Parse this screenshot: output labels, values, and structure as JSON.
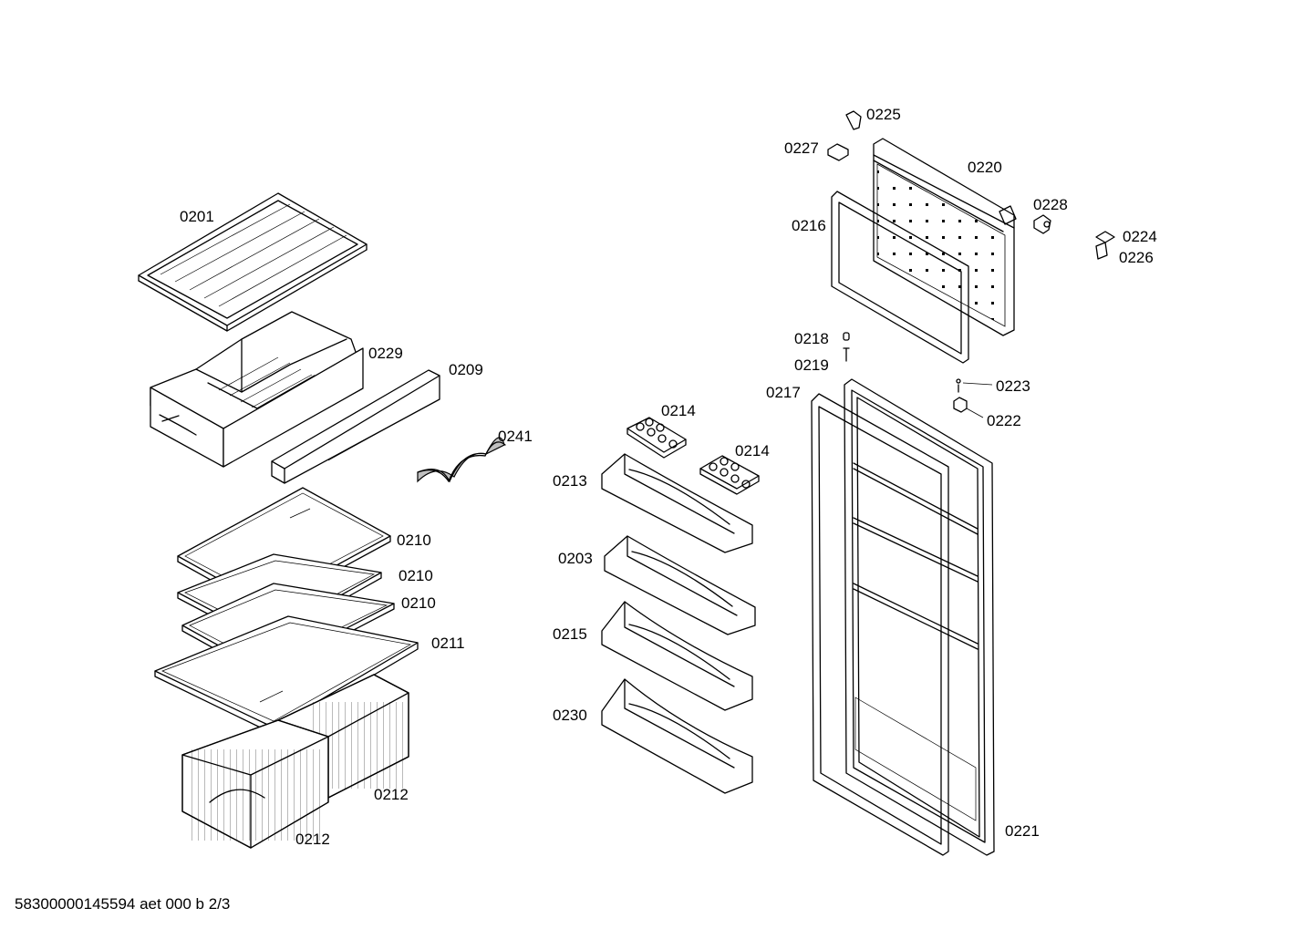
{
  "labels": {
    "p0201": "0201",
    "p0229": "0229",
    "p0209": "0209",
    "p0241": "0241",
    "p0210a": "0210",
    "p0210b": "0210",
    "p0210c": "0210",
    "p0211": "0211",
    "p0212a": "0212",
    "p0212b": "0212",
    "p0214a": "0214",
    "p0214b": "0214",
    "p0213": "0213",
    "p0203": "0203",
    "p0215": "0215",
    "p0230": "0230",
    "p0225": "0225",
    "p0227": "0227",
    "p0220": "0220",
    "p0228": "0228",
    "p0216": "0216",
    "p0224": "0224",
    "p0226": "0226",
    "p0218": "0218",
    "p0219": "0219",
    "p0217": "0217",
    "p0223": "0223",
    "p0222": "0222",
    "p0221": "0221"
  },
  "footer": {
    "doc_code": "58300000145594 aet 000 b 2/3"
  }
}
